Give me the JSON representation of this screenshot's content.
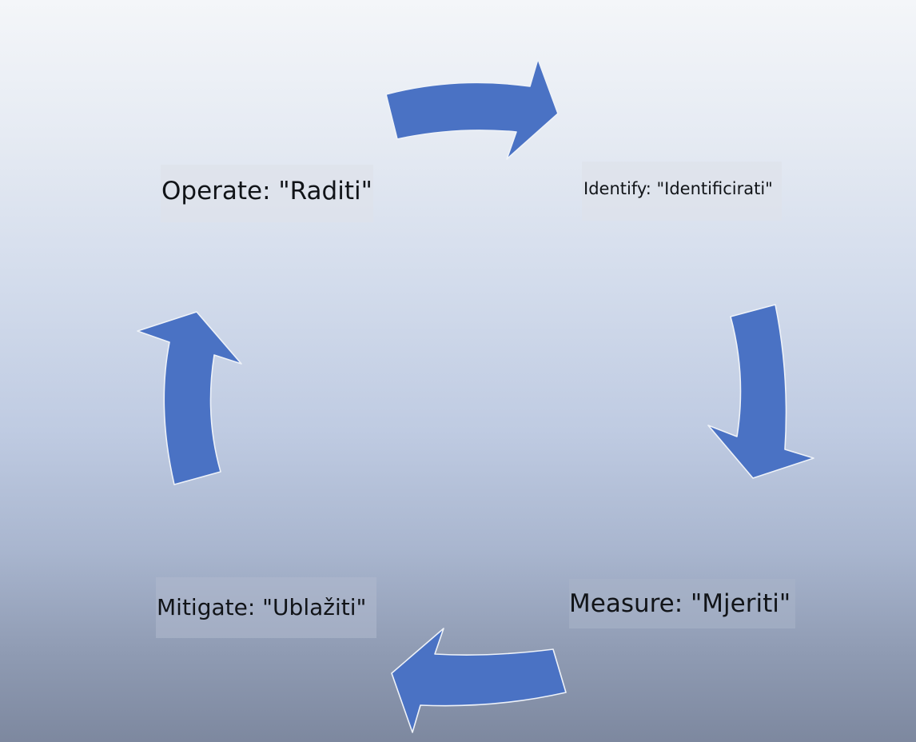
{
  "diagram": {
    "type": "cycle",
    "arrow_color": "#4a72c4",
    "steps": [
      {
        "id": "operate",
        "label": "Operate: \"Raditi\""
      },
      {
        "id": "identify",
        "label": "Identify: \"Identificirati\""
      },
      {
        "id": "measure",
        "label": "Measure: \"Mjeriti\""
      },
      {
        "id": "mitigate",
        "label": "Mitigate: \"Ublažiti\""
      }
    ],
    "arrows": [
      {
        "from": "operate",
        "to": "identify",
        "direction": "right"
      },
      {
        "from": "identify",
        "to": "measure",
        "direction": "down"
      },
      {
        "from": "measure",
        "to": "mitigate",
        "direction": "left"
      },
      {
        "from": "mitigate",
        "to": "operate",
        "direction": "up"
      }
    ]
  }
}
